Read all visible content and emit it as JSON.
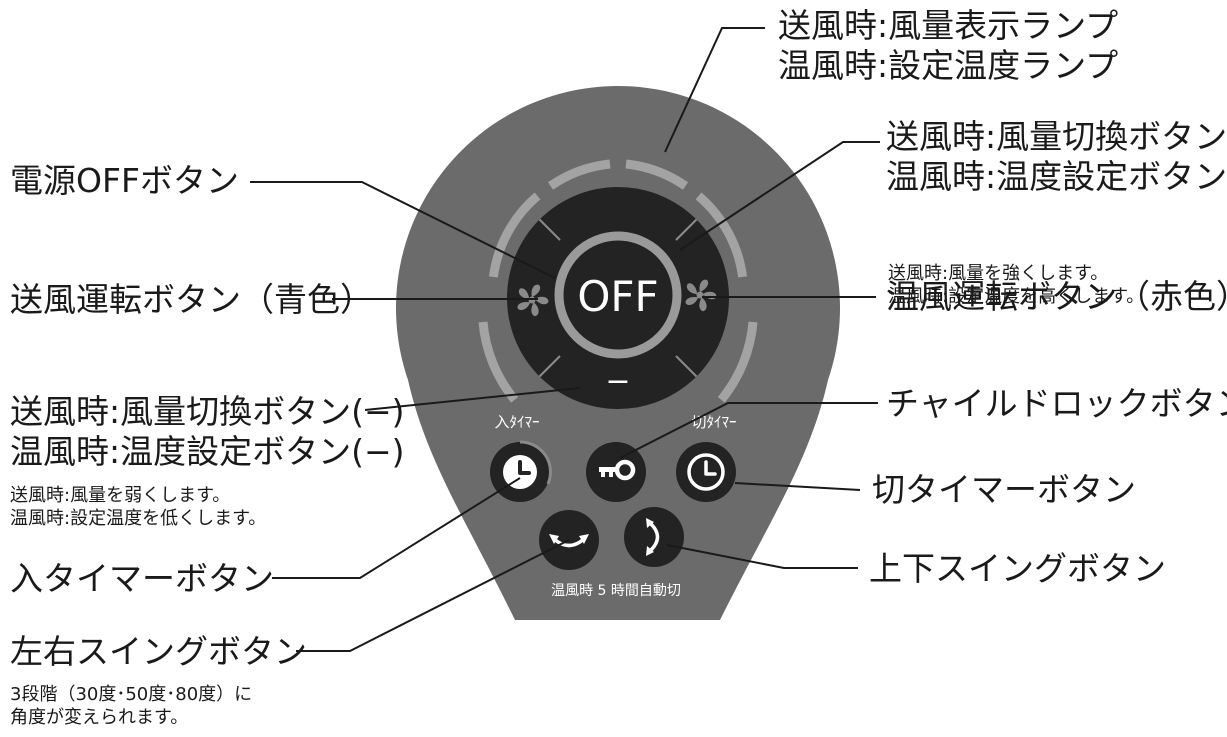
{
  "colors": {
    "panel": "#6b6b6b",
    "button_dark": "#232323",
    "ring_light": "#a3a3a3",
    "text_on_panel": "#ffffff",
    "leader_line": "#1a1a1a"
  },
  "icons": {
    "blower_fan": "fan-icon",
    "heater_fan": "fan-icon",
    "on_timer": "clock-icon",
    "child_lock": "key-icon",
    "off_timer": "clock-icon",
    "swing_lr": "swing-horizontal-icon",
    "swing_ud": "swing-vertical-icon"
  },
  "panel": {
    "plus": "+",
    "minus": "−",
    "off": "OFF",
    "on_timer": "入ﾀｲﾏｰ",
    "off_timer": "切ﾀｲﾏｰ",
    "auto_off": "温風時 5 時間自動切"
  },
  "labels": {
    "lamp": {
      "line1": "送風時:風量表示ランプ",
      "line2": "温風時:設定温度ランプ"
    },
    "power_off": "電源OFFボタン",
    "plus_button": {
      "line1": "送風時:風量切換ボタン(+)",
      "line2": "温風時:温度設定ボタン(+)",
      "note1": "送風時:風量を強くします。",
      "note2": "温風時:設定温度を高くします。"
    },
    "blower_button": "送風運転ボタン（青色）",
    "heater_button": "温風運転ボタン（赤色）",
    "minus_button": {
      "line1": "送風時:風量切換ボタン(−)",
      "line2": "温風時:温度設定ボタン(−)",
      "note1": "送風時:風量を弱くします。",
      "note2": "温風時:設定温度を低くします。"
    },
    "child_lock": "チャイルドロックボタン",
    "off_timer": "切タイマーボタン",
    "on_timer": "入タイマーボタン",
    "swing_ud": "上下スイングボタン",
    "swing_lr": "左右スイングボタン",
    "swing_lr_note": {
      "line1": "3段階（30度･50度･80度）に",
      "line2": "角度が変えられます。"
    }
  }
}
